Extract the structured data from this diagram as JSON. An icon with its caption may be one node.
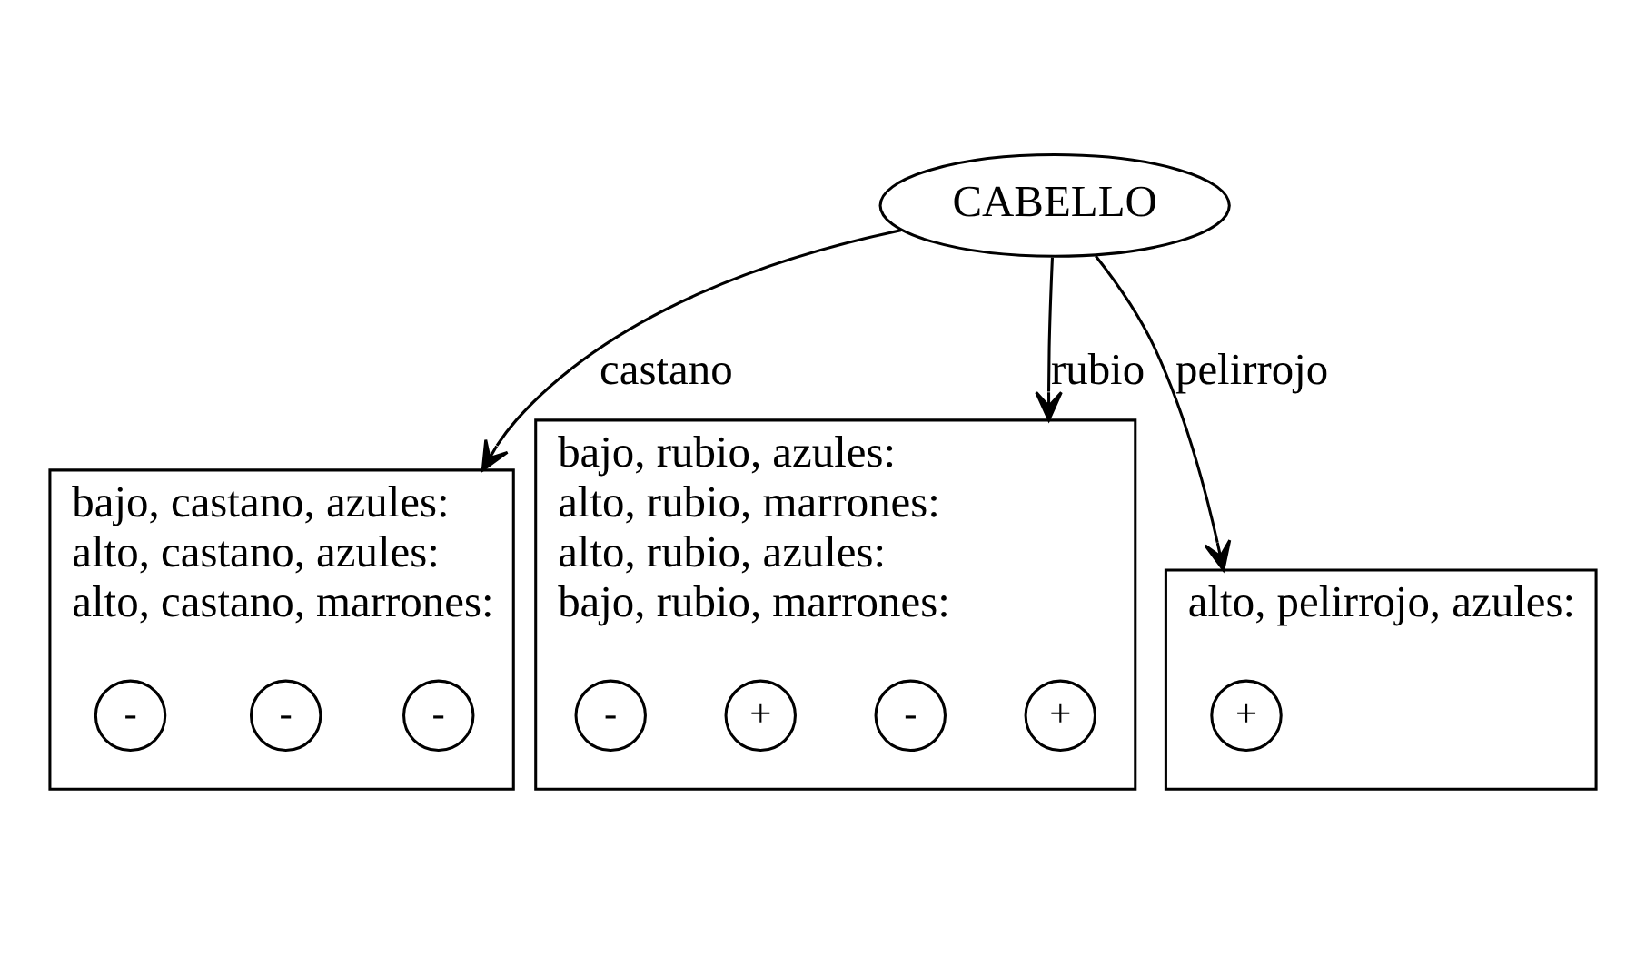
{
  "diagram": {
    "nodes": [
      {
        "text": [
          "CABELLO"
        ]
      },
      {
        "text": [
          "bajo, castano, azules:",
          "alto, castano, azules:",
          "alto, castano, marrones:"
        ]
      },
      {
        "text": [
          "-"
        ],
        "in": 1
      },
      {
        "text": [
          "-"
        ],
        "in": 1
      },
      {
        "text": [
          "-"
        ],
        "in": 1
      },
      {
        "text": [
          "bajo, rubio, azules:",
          "alto, rubio, marrones:",
          "alto, rubio, azules:",
          "bajo, rubio, marrones:"
        ]
      },
      {
        "text": [
          "+"
        ],
        "in": 5
      },
      {
        "text": [
          "-"
        ],
        "in": 5
      },
      {
        "text": [
          "+"
        ],
        "in": 5
      },
      {
        "text": [
          "-"
        ],
        "in": 5
      },
      {
        "text": [
          "alto, pelirrojo, azules:"
        ]
      },
      {
        "text": [
          "+"
        ],
        "in": 10
      }
    ],
    "edges": [
      {
        "from": 0,
        "to": 1,
        "label": "castano",
        "arrow": "to"
      },
      {
        "from": 0,
        "to": 10,
        "label": "pelirrojo",
        "arrow": "to"
      },
      {
        "from": 0,
        "to": 5,
        "label": "rubio",
        "arrow": "to"
      }
    ]
  }
}
